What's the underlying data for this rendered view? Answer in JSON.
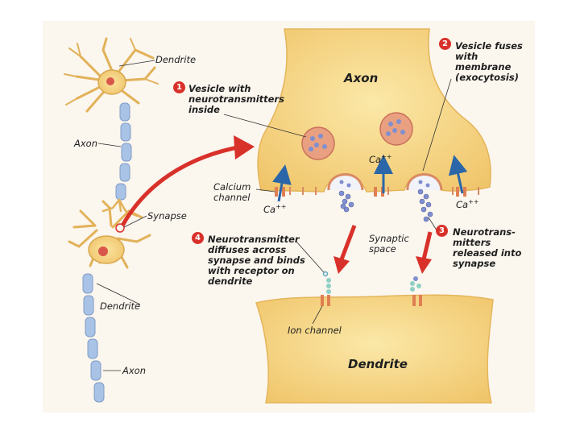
{
  "labels": {
    "dendrite_top": "Dendrite",
    "axon_left": "Axon",
    "synapse": "Synapse",
    "dendrite_mid": "Dendrite",
    "axon_bottom": "Axon",
    "axon_main": "Axon",
    "dendrite_main": "Dendrite",
    "calcium_channel": "Calcium\nchannel",
    "ca_left": "Ca",
    "ca_mid": "Ca",
    "ca_right": "Ca",
    "ca_charge": "++",
    "synaptic_space": "Synaptic\nspace",
    "ion_channel": "Ion channel"
  },
  "steps": [
    {
      "number": "1",
      "text": "Vesicle with\nneurotransmitters\ninside"
    },
    {
      "number": "2",
      "text": "Vesicle fuses\nwith\nmembrane\n(exocytosis)"
    },
    {
      "number": "3",
      "text": "Neurotrans-\nmitters\nreleased into\nsynapse"
    },
    {
      "number": "4",
      "text": "Neurotransmitter\ndiffuses across\nsynapse and binds\nwith receptor on\ndendrite"
    }
  ],
  "colors": {
    "membrane": "#f6d98a",
    "membrane_edge": "#e4b55a",
    "vesicle": "#e9a080",
    "transmitter": "#7f8fcf",
    "arrow_red": "#d8312a",
    "arrow_blue": "#2a66a8",
    "axon_sheath": "#a9c3e6"
  }
}
